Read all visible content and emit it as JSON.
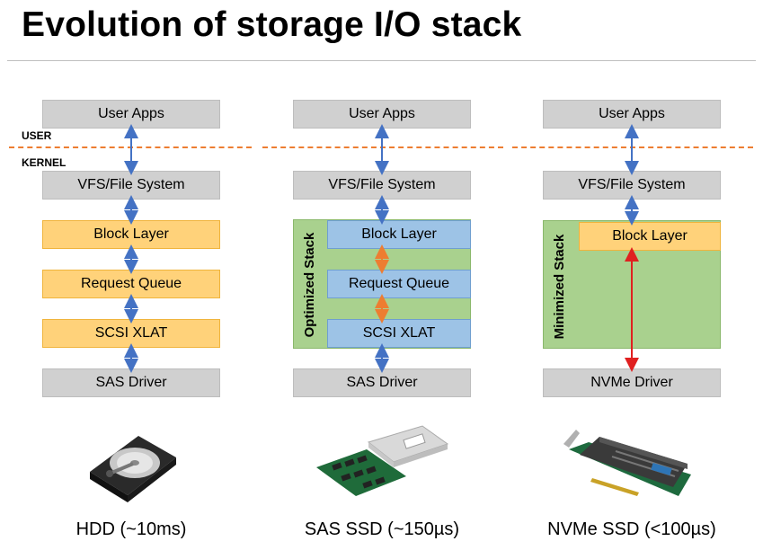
{
  "title": "Evolution of storage I/O stack",
  "labels": {
    "user": "USER",
    "kernel": "KERNEL"
  },
  "columns": [
    {
      "top": "User Apps",
      "vfs": "VFS/File System",
      "block": "Block Layer",
      "queue": "Request Queue",
      "xlat": "SCSI XLAT",
      "driver": "SAS Driver",
      "caption": "HDD (~10ms)"
    },
    {
      "top": "User Apps",
      "vfs": "VFS/File System",
      "block": "Block Layer",
      "queue": "Request Queue",
      "xlat": "SCSI XLAT",
      "driver": "SAS Driver",
      "panel": "Optimized Stack",
      "caption": "SAS SSD (~150µs)"
    },
    {
      "top": "User Apps",
      "vfs": "VFS/File System",
      "block": "Block Layer",
      "driver": "NVMe Driver",
      "panel": "Minimized Stack",
      "caption": "NVMe SSD (<100µs)"
    }
  ],
  "colors": {
    "gray": "#d0d0d0",
    "yellow": "#ffd27a",
    "blue": "#9dc3e6",
    "green": "#a9d18e",
    "orange": "#ed7d31",
    "red": "#e02020",
    "arrow_blue": "#4472c4"
  }
}
